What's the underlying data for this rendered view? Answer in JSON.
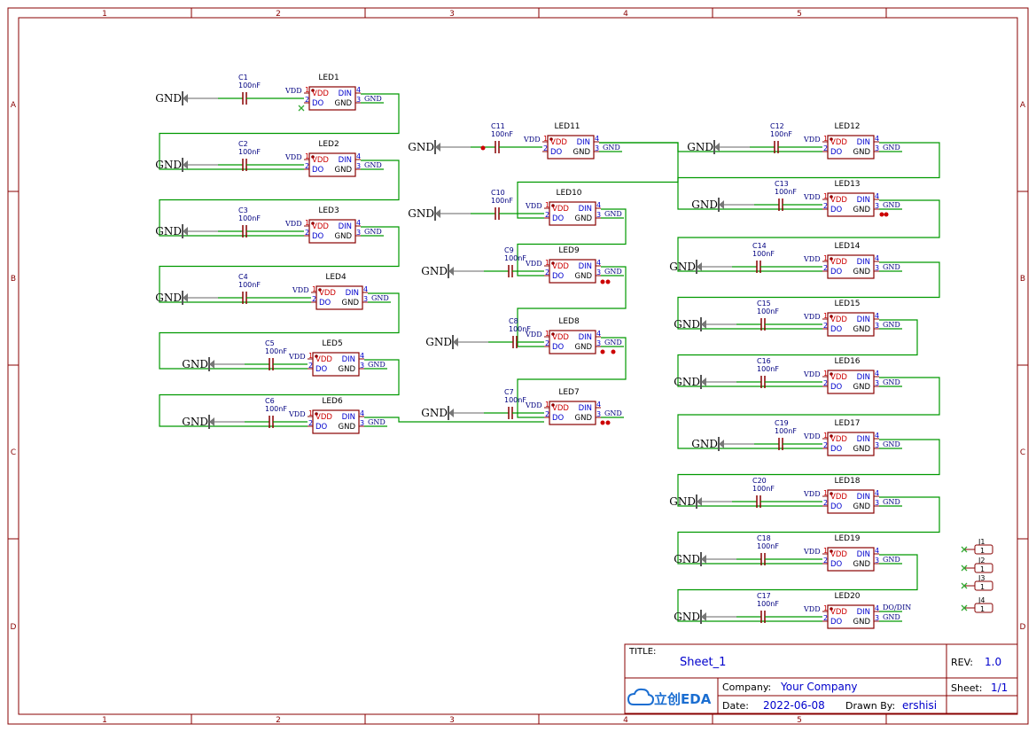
{
  "colors": {
    "frame": "#880000",
    "wire": "#009900",
    "body": "#880000",
    "pin_num": "#cc0000",
    "pin_name_vdd": "#cc0000",
    "pin_name": "#0000cc",
    "net_label": "#000080",
    "gnd": "#000000",
    "title_text": "#0000cc",
    "noconnect": "#33aa33",
    "logo": "#1b6ed1"
  },
  "frame": {
    "columns": [
      "1",
      "2",
      "3",
      "4",
      "5"
    ],
    "rows": [
      "A",
      "B",
      "C",
      "D"
    ]
  },
  "gnd_label": "GND",
  "vdd_label": "VDD",
  "pin_labels": {
    "vdd": "VDD",
    "din": "DIN",
    "do": "DO",
    "gnd": "GND"
  },
  "pin_numbers": {
    "vdd": "1",
    "do": "2",
    "gnd": "3",
    "din": "4"
  },
  "cap_value": "100nF",
  "leds": [
    {
      "ref": "LED1",
      "cap": "C1",
      "net": "GND"
    },
    {
      "ref": "LED2",
      "cap": "C2",
      "net": "GND"
    },
    {
      "ref": "LED3",
      "cap": "C3",
      "net": "GND"
    },
    {
      "ref": "LED4",
      "cap": "C4",
      "net": "GND"
    },
    {
      "ref": "LED5",
      "cap": "C5",
      "net": "GND"
    },
    {
      "ref": "LED6",
      "cap": "C6",
      "net": "GND"
    },
    {
      "ref": "LED11",
      "cap": "C11",
      "net": "GND"
    },
    {
      "ref": "LED10",
      "cap": "C10",
      "net": "GND"
    },
    {
      "ref": "LED9",
      "cap": "C9",
      "net": "GND"
    },
    {
      "ref": "LED8",
      "cap": "C8",
      "net": "GND"
    },
    {
      "ref": "LED7",
      "cap": "C7",
      "net": "GND"
    },
    {
      "ref": "LED12",
      "cap": "C12",
      "net": "GND"
    },
    {
      "ref": "LED13",
      "cap": "C13",
      "net": "GND"
    },
    {
      "ref": "LED14",
      "cap": "C14",
      "net": "GND"
    },
    {
      "ref": "LED15",
      "cap": "C15",
      "net": "GND"
    },
    {
      "ref": "LED16",
      "cap": "C16",
      "net": "GND"
    },
    {
      "ref": "LED17",
      "cap": "C19",
      "net": "GND"
    },
    {
      "ref": "LED18",
      "cap": "C20",
      "net": "GND"
    },
    {
      "ref": "LED19",
      "cap": "C18",
      "net": "GND"
    },
    {
      "ref": "LED20",
      "cap": "C17",
      "net": "GND",
      "extra_net": "DO/DIN"
    }
  ],
  "connectors": [
    {
      "ref": "J1",
      "pin": "1"
    },
    {
      "ref": "J2",
      "pin": "1"
    },
    {
      "ref": "J3",
      "pin": "1"
    },
    {
      "ref": "J4",
      "pin": "1"
    }
  ],
  "title_block": {
    "title_label": "TITLE:",
    "title": "Sheet_1",
    "rev_label": "REV:",
    "rev": "1.0",
    "company_label": "Company:",
    "company": "Your Company",
    "sheet_label": "Sheet:",
    "sheet": "1/1",
    "date_label": "Date:",
    "date": "2022-06-08",
    "drawn_label": "Drawn By:",
    "drawn_by": "ershisi",
    "logo_text": "立创EDA"
  }
}
